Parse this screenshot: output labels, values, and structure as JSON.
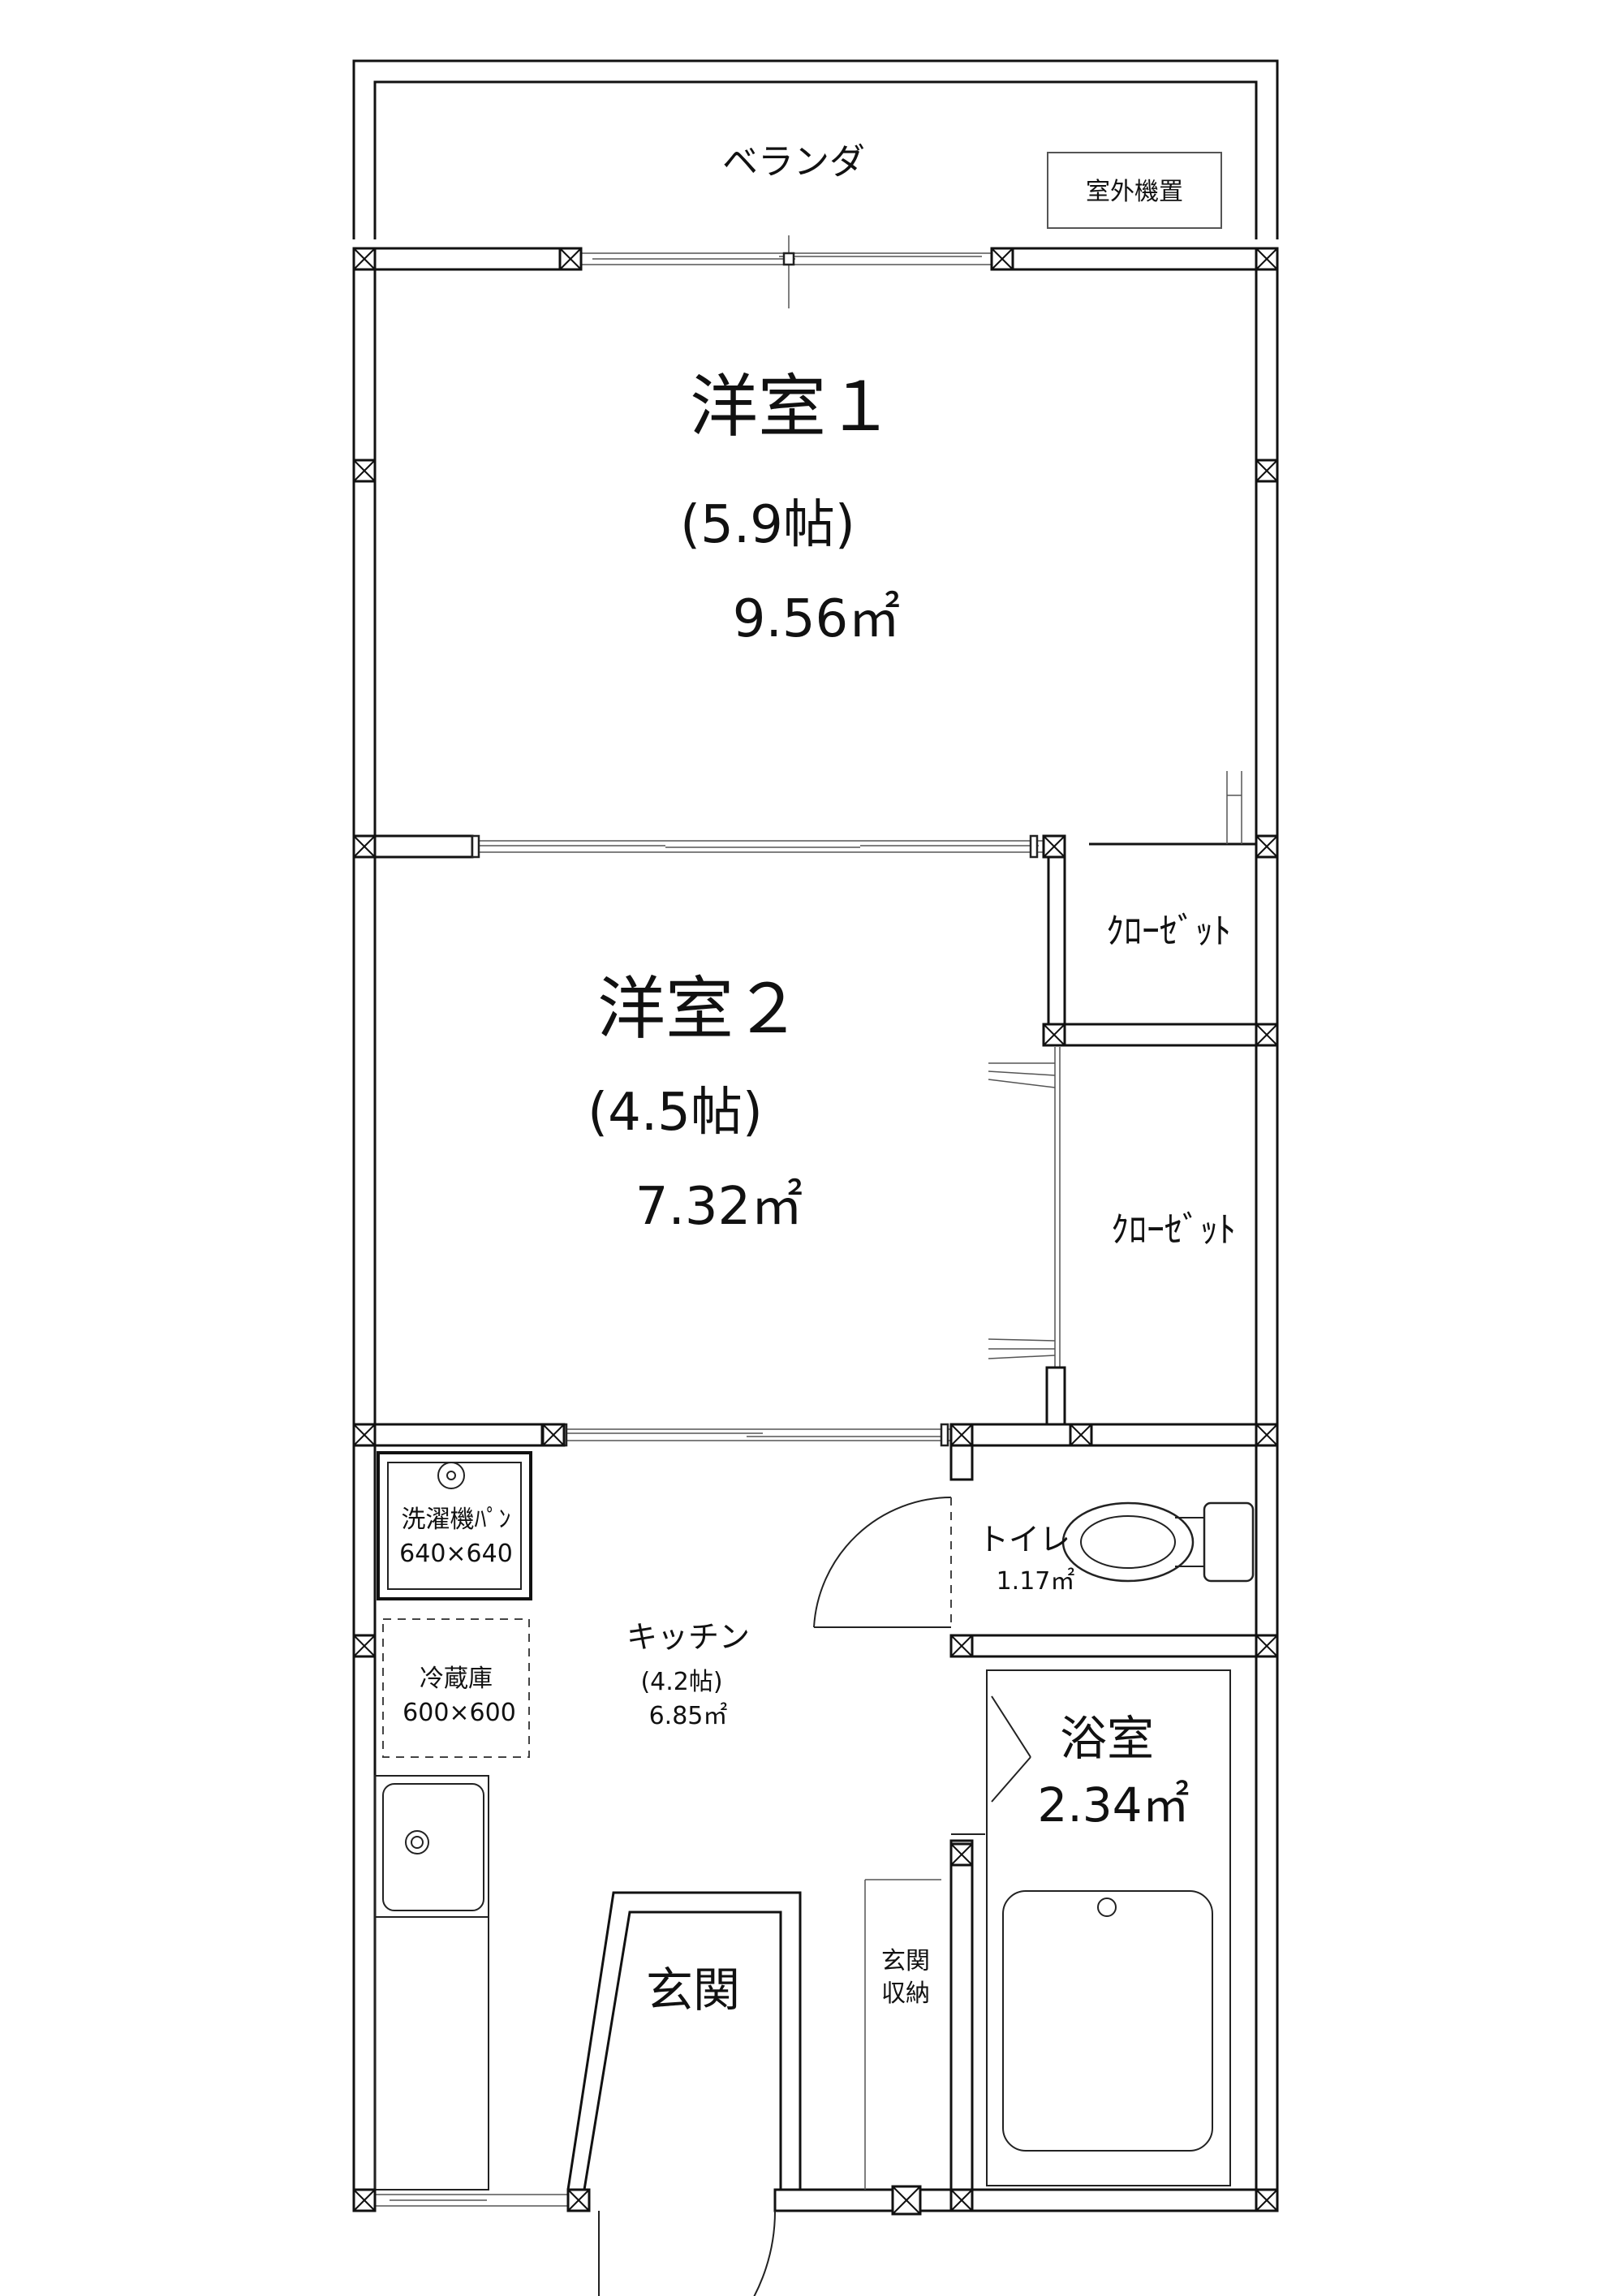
{
  "rooms": {
    "veranda": {
      "label": "ベランダ",
      "ac_label": "室外機置"
    },
    "western1": {
      "name": "洋室１",
      "tatami": "(5.9帖)",
      "area": "9.56㎡"
    },
    "western2": {
      "name": "洋室２",
      "tatami": "(4.5帖)",
      "area": "7.32㎡"
    },
    "closet_upper": {
      "label": "ｸﾛｰｾﾞｯﾄ"
    },
    "closet_lower": {
      "label": "ｸﾛｰｾﾞｯﾄ"
    },
    "washer": {
      "label": "洗濯機ﾊﾟﾝ",
      "size": "640×640"
    },
    "fridge": {
      "label": "冷蔵庫",
      "size": "600×600"
    },
    "kitchen": {
      "name": "キッチン",
      "tatami": "(4.2帖)",
      "area": "6.85㎡"
    },
    "toilet": {
      "name": "トイレ",
      "area": "1.17㎡"
    },
    "bath": {
      "name": "浴室",
      "area": "2.34㎡"
    },
    "entrance": {
      "name": "玄関"
    },
    "entrance_storage": {
      "line1": "玄関",
      "line2": "収納"
    }
  }
}
